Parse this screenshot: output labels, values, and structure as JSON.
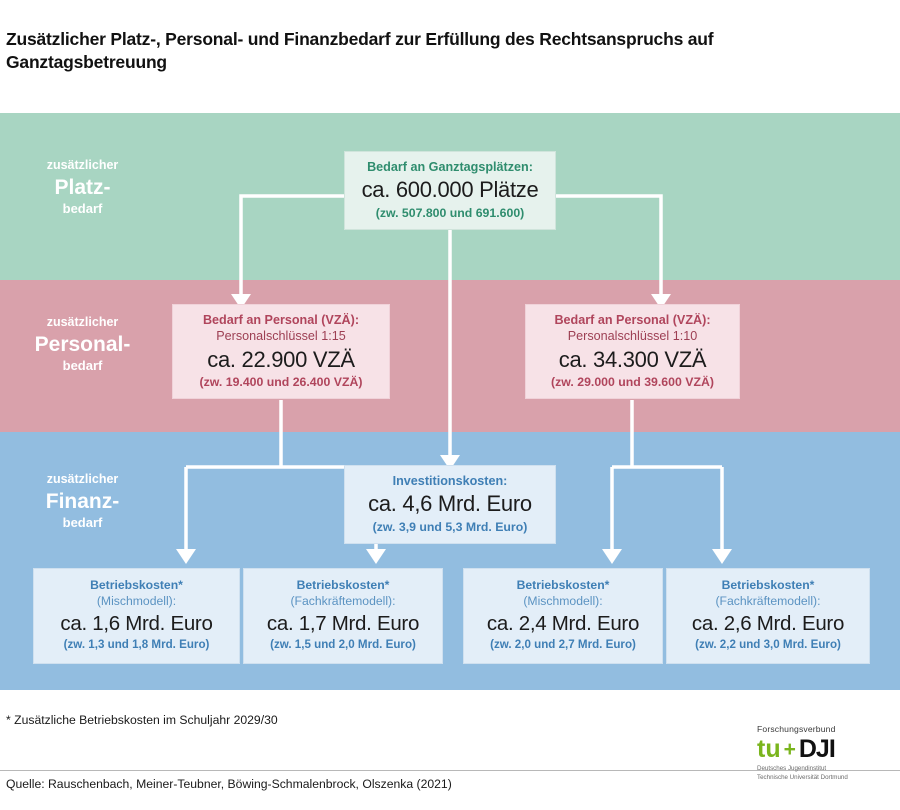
{
  "title": "Zusätzlicher Platz-, Personal- und Finanzbedarf zur Erfüllung des Rechtsanspruchs auf Ganztagsbetreuung",
  "colors": {
    "band_green": "#a8d5c2",
    "band_pink": "#d9a1ab",
    "band_blue": "#92bde0",
    "accent_green": "#2f8d6e",
    "accent_pink": "#b0455c",
    "accent_blue": "#3f7fb5",
    "connector": "#ffffff"
  },
  "bands": [
    {
      "small": "zusätzlicher",
      "big": "Platz-",
      "sub": "bedarf"
    },
    {
      "small": "zusätzlicher",
      "big": "Personal-",
      "sub": "bedarf"
    },
    {
      "small": "zusätzlicher",
      "big": "Finanz-",
      "sub": "bedarf"
    }
  ],
  "nodes": {
    "plaetze": {
      "head": "Bedarf an Ganztagsplätzen:",
      "head_lead": "Bedarf an ",
      "head_bold": "Ganztagsplätzen",
      "main": "ca. 600.000 Plätze",
      "range": "(zw. 507.800 und 691.600)"
    },
    "personal_1": {
      "head_lead": "Bedarf an ",
      "head_bold": "Personal (VZÄ)",
      "head_tail": ":",
      "head2": "Personalschlüssel 1:15",
      "main": "ca. 22.900 VZÄ",
      "range": "(zw. 19.400 und 26.400 VZÄ)"
    },
    "personal_2": {
      "head_lead": "Bedarf an ",
      "head_bold": "Personal (VZÄ)",
      "head_tail": ":",
      "head2": "Personalschlüssel 1:10",
      "main": "ca. 34.300 VZÄ",
      "range": "(zw. 29.000 und 39.600 VZÄ)"
    },
    "invest": {
      "head": "Investitionskosten:",
      "main": "ca. 4,6 Mrd. Euro",
      "range": "(zw. 3,9 und 5,3 Mrd. Euro)"
    },
    "betrieb": [
      {
        "head": "Betriebskosten*",
        "head2": "(Mischmodell):",
        "main": "ca. 1,6 Mrd. Euro",
        "range": "(zw. 1,3 und 1,8 Mrd. Euro)"
      },
      {
        "head": "Betriebskosten*",
        "head2": "(Fachkräftemodell):",
        "main": "ca. 1,7 Mrd. Euro",
        "range": "(zw. 1,5 und 2,0 Mrd. Euro)"
      },
      {
        "head": "Betriebskosten*",
        "head2": "(Mischmodell):",
        "main": "ca. 2,4 Mrd. Euro",
        "range": "(zw. 2,0 und 2,7 Mrd. Euro)"
      },
      {
        "head": "Betriebskosten*",
        "head2": "(Fachkräftemodell):",
        "main": "ca. 2,6 Mrd. Euro",
        "range": "(zw. 2,2 und 3,0 Mrd. Euro)"
      }
    ]
  },
  "footnote": "* Zusätzliche Betriebskosten im Schuljahr 2029/30",
  "source": "Quelle: Rauschenbach, Meiner-Teubner, Böwing-Schmalenbrock, Olszenka (2021)",
  "logo": {
    "top": "Forschungsverbund",
    "tu": "tu",
    "plus": "+",
    "dji": "DJI",
    "sub_line1": "Deutsches Jugendinstitut",
    "sub_line2": "Technische Universität Dortmund"
  }
}
